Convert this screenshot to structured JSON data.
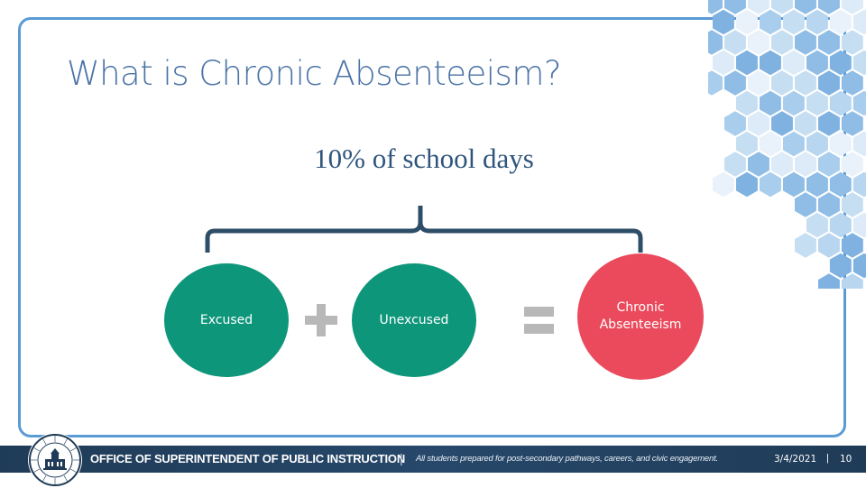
{
  "slide": {
    "title": "What is Chronic Absenteeism?",
    "subtitle": "10% of school days"
  },
  "diagram": {
    "nodes": [
      {
        "label": "Excused",
        "color": "#0e967a"
      },
      {
        "label": "Unexcused",
        "color": "#0e967a"
      },
      {
        "label": "Chronic Absenteeism",
        "color": "#ea4a5c"
      }
    ],
    "operators": [
      "plus-icon",
      "equals-icon"
    ],
    "brace_color": "#2e4d66"
  },
  "footer": {
    "org": "OFFICE OF SUPERINTENDENT OF PUBLIC INSTRUCTION",
    "separator": "|",
    "tagline": "All students prepared for post-secondary pathways, careers, and civic engagement.",
    "date": "3/4/2021",
    "date_separator": "|",
    "page_number": "10",
    "bar_color": "#1f3b57"
  },
  "decoration": {
    "accent_color": "#5b9bd5",
    "pattern": "hexagon-pattern"
  }
}
